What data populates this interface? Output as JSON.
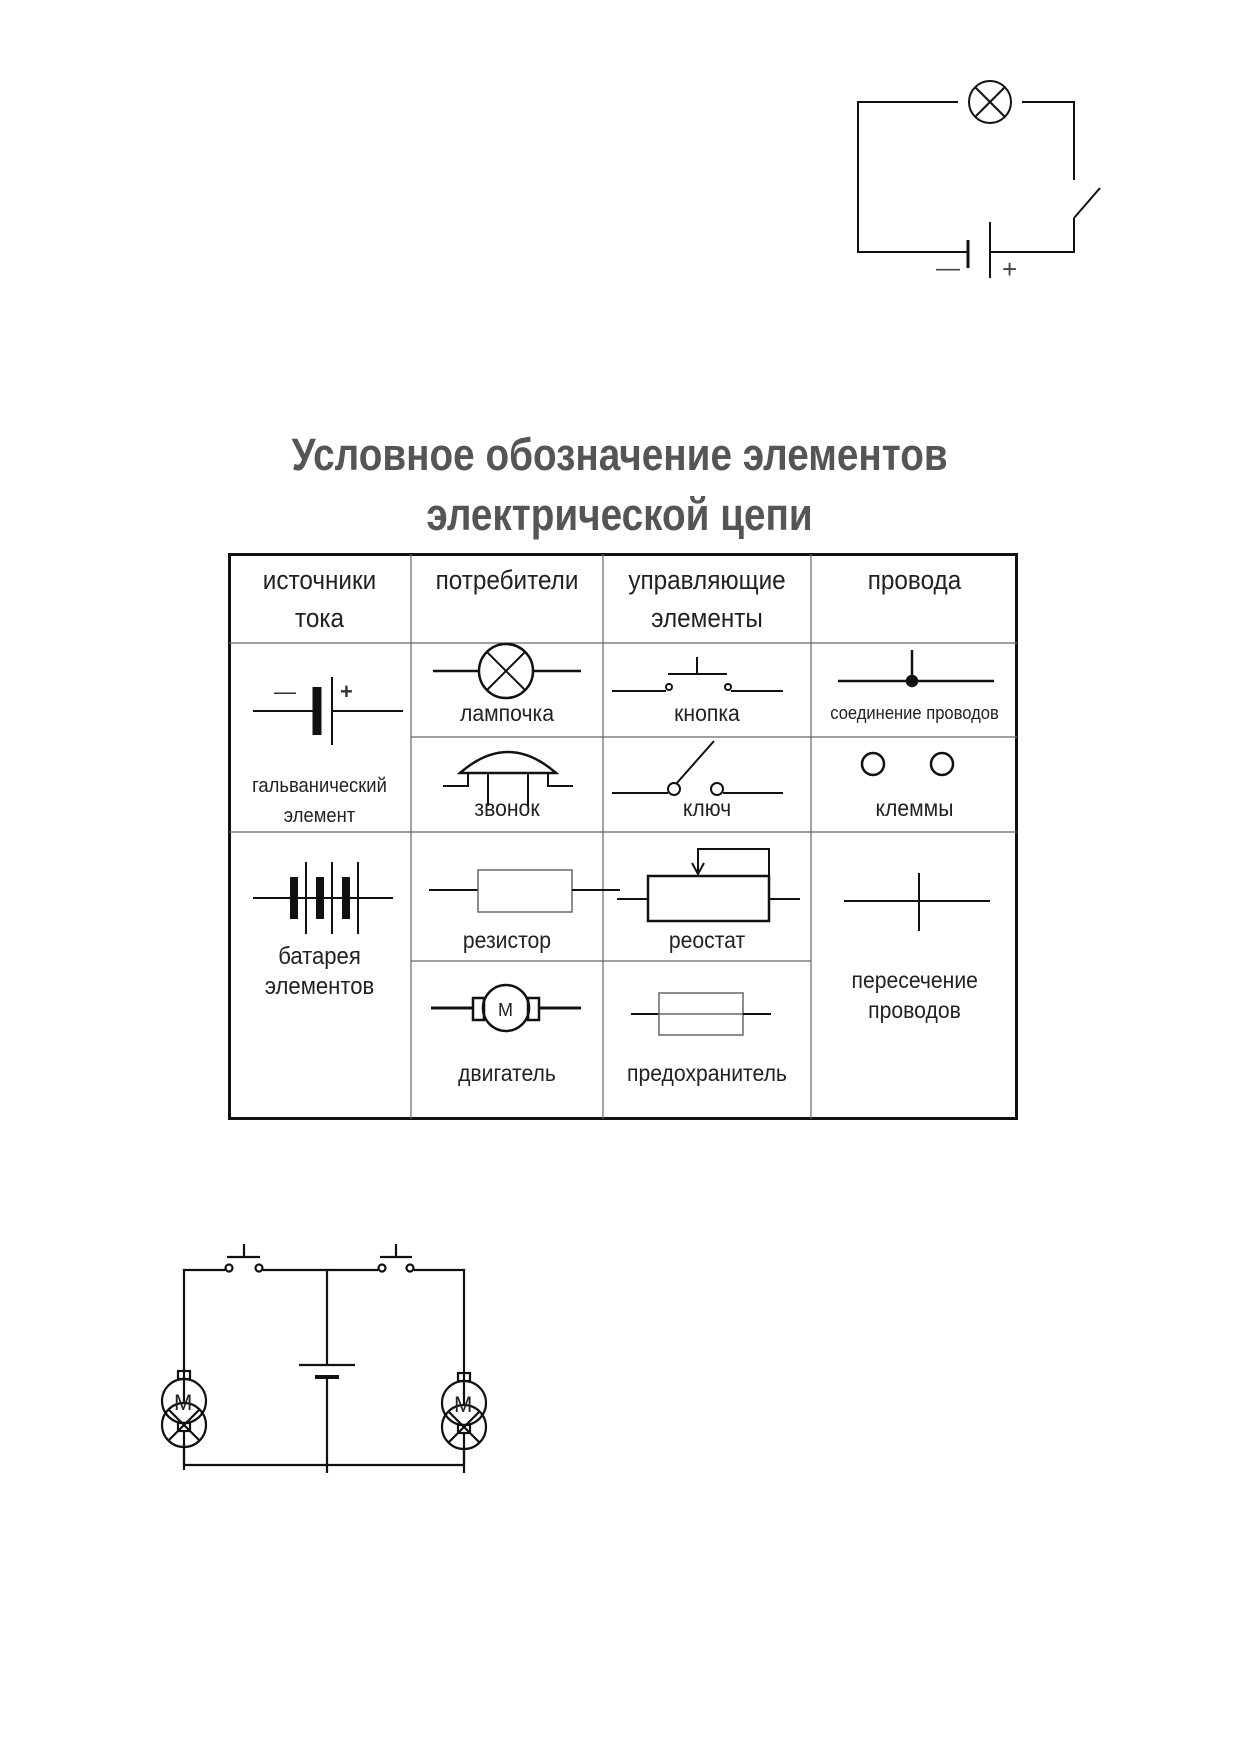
{
  "title": {
    "line1": "Условное обозначение элементов",
    "line2": "электрической цепи"
  },
  "top_circuit": {
    "minus": "—",
    "plus": "+"
  },
  "table": {
    "headers": {
      "sources": "источники тока",
      "consumers": "потребители",
      "controls": "управляющие элементы",
      "wires": "провода"
    },
    "captions": {
      "galvanic": "гальванический элемент",
      "battery": "батарея элементов",
      "lamp": "лампочка",
      "bell": "звонок",
      "resistor": "резистор",
      "motor": "двигатель",
      "button": "кнопка",
      "key": "ключ",
      "rheostat": "реостат",
      "fuse": "предохранитель",
      "junction": "соединение проводов",
      "terminals": "клеммы",
      "crossing": "пересечение проводов"
    },
    "symbols": {
      "minus": "—",
      "plus": "+",
      "motor": "М"
    }
  },
  "bottom_circuit": {
    "motor_left": "М",
    "motor_right": "М"
  }
}
